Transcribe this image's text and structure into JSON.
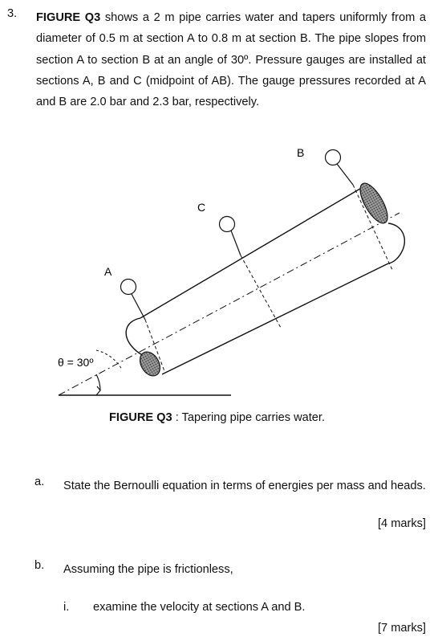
{
  "question": {
    "number": "3.",
    "figure_ref": "FIGURE Q3",
    "text": " shows a 2 m pipe carries water and tapers uniformly from a diameter of 0.5 m at section A to 0.8 m at section B. The pipe slopes from section A to section B at an angle of 30º. Pressure gauges are installed at sections A, B and C (midpoint of AB). The gauge pressures recorded at A and B are 2.0 bar and 2.3 bar, respectively."
  },
  "figure": {
    "label_a": "A",
    "label_b": "B",
    "label_c": "C",
    "angle_label": "θ = 30º",
    "caption_ref": "FIGURE Q3",
    "caption_text": " : Tapering pipe carries water."
  },
  "parts": {
    "a": {
      "label": "a.",
      "text": "State the Bernoulli equation in terms of energies per mass and heads.",
      "marks": "[4 marks]"
    },
    "b": {
      "label": "b.",
      "text": "Assuming the pipe is frictionless,",
      "sub_i": {
        "label": "i.",
        "text": "examine the velocity at sections A and B.",
        "marks": "[7 marks]"
      }
    }
  }
}
